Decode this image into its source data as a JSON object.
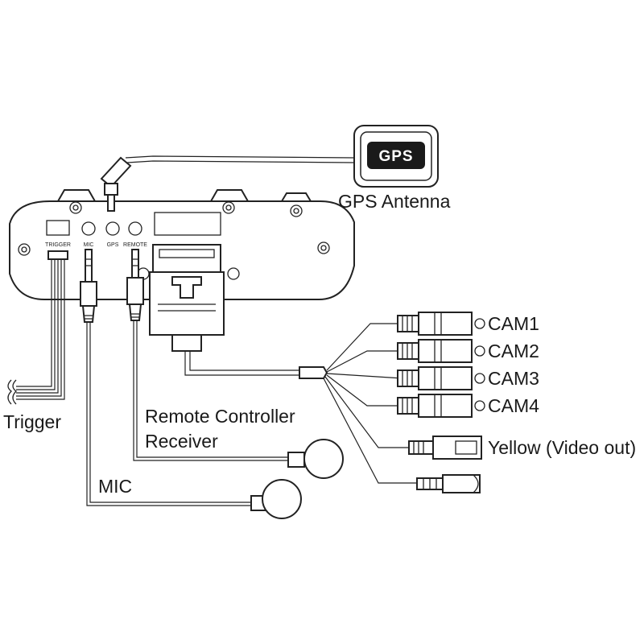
{
  "device": {
    "port_labels": {
      "trigger": "TRIGGER",
      "mic": "MIC",
      "gps": "GPS",
      "remote": "REMOTE"
    }
  },
  "gps_module": {
    "logo": "GPS",
    "label": "GPS Antenna"
  },
  "cables": {
    "trigger": "Trigger",
    "remote_line1": "Remote Controller",
    "remote_line2": "Receiver",
    "mic": "MIC"
  },
  "camera_inputs": [
    "CAM1",
    "CAM2",
    "CAM3",
    "CAM4"
  ],
  "video_out": "Yellow (Video out)"
}
